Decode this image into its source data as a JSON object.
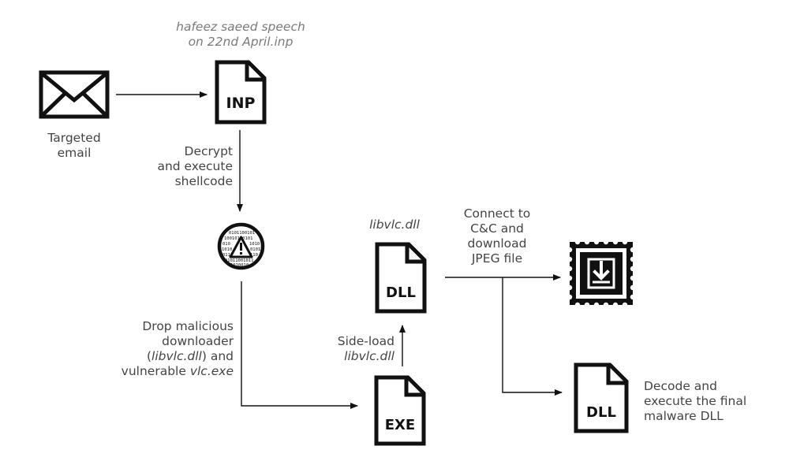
{
  "input_file": {
    "name_line1": "hafeez saeed speech",
    "name_line2": "on 22nd April.inp",
    "badge": "INP"
  },
  "email": {
    "label_line1": "Targeted",
    "label_line2": "email"
  },
  "step_decrypt": {
    "line1": "Decrypt",
    "line2": "and execute",
    "line3": "shellcode"
  },
  "step_drop": {
    "line1": "Drop malicious",
    "line2": "downloader",
    "line3_open": "(",
    "line3_italic": "libvlc.dll",
    "line3_rest": ") and",
    "line4_plain": "vulnerable ",
    "line4_italic": "vlc.exe"
  },
  "step_sideload": {
    "line1": "Side-load",
    "line2": "libvlc.dll"
  },
  "dll_downloader": {
    "name": "libvlc.dll",
    "badge": "DLL"
  },
  "exe_file": {
    "badge": "EXE"
  },
  "step_connect": {
    "line1": "Connect to",
    "line2": "C&C and",
    "line3": "download",
    "line4": "JPEG file"
  },
  "final_dll": {
    "badge": "DLL",
    "label_line1": "Decode and",
    "label_line2": "execute the final",
    "label_line3": "malware DLL"
  },
  "colors": {
    "icon": "#111111",
    "label": "#444444",
    "filename": "#7a7a7a"
  },
  "icons": [
    "envelope-icon",
    "document-icon",
    "shellcode-warning-icon",
    "stamp-download-icon"
  ]
}
